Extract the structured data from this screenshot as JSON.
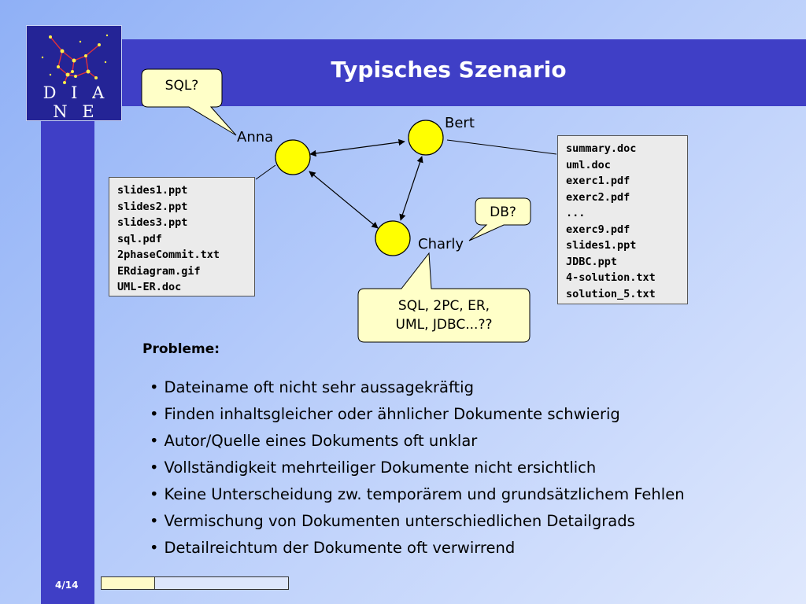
{
  "logo": {
    "text": "DIANE"
  },
  "title": "Typisches Szenario",
  "diagram": {
    "bubbles": {
      "anna": "SQL?",
      "charly_top": "DB?",
      "charly_bottom": [
        "SQL, 2PC, ER,",
        "UML, JDBC...??"
      ]
    },
    "people": {
      "anna": "Anna",
      "bert": "Bert",
      "charly": "Charly"
    },
    "files": {
      "anna": [
        "slides1.ppt",
        "slides2.ppt",
        "slides3.ppt",
        "sql.pdf",
        "2phaseCommit.txt",
        "ERdiagram.gif",
        "UML-ER.doc"
      ],
      "bert": [
        "summary.doc",
        "uml.doc",
        "exerc1.pdf",
        "exerc2.pdf",
        "...",
        "exerc9.pdf",
        "slides1.ppt",
        "JDBC.ppt",
        "4-solution.txt",
        "solution_5.txt"
      ]
    }
  },
  "problems": {
    "heading": "Probleme:",
    "items": [
      "Dateiname oft nicht sehr aussagekräftig",
      "Finden inhaltsgleicher oder ähnlicher Dokumente schwierig",
      "Autor/Quelle eines Dokuments oft unklar",
      "Vollständigkeit mehrteiliger Dokumente nicht ersichtlich",
      "Keine Unterscheidung zw. temporärem und grundsätzlichem Fehlen",
      "Vermischung von Dokumenten unterschiedlichen Detailgrads",
      "Detailreichtum der Dokumente oft verwirrend"
    ]
  },
  "footer": {
    "page": "4/14",
    "progress_fraction": 0.286
  },
  "colors": {
    "accent_blue": "#3f3fc6",
    "node_yellow": "#ffff00",
    "bubble_fill": "#ffffc8"
  }
}
